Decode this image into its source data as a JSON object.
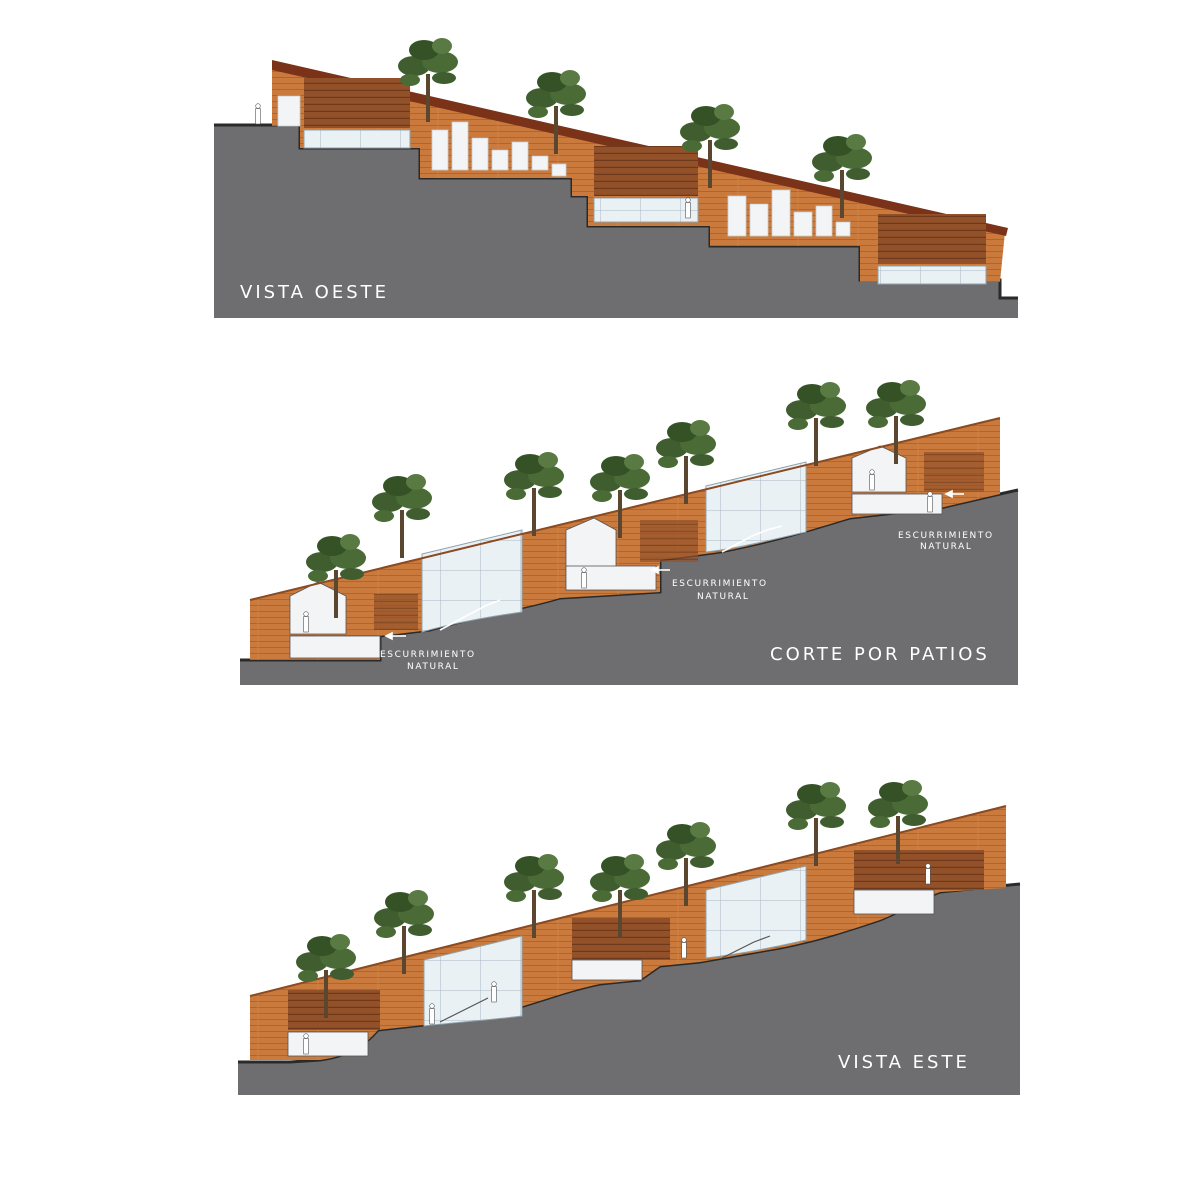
{
  "panels": {
    "west": {
      "label": "VISTA OESTE"
    },
    "section": {
      "label": "CORTE POR PATIOS",
      "notes": [
        {
          "line1": "ESCURRIMIENTO",
          "line2": "NATURAL"
        },
        {
          "line1": "ESCURRIMIENTO",
          "line2": "NATURAL"
        },
        {
          "line1": "ESCURRIMIENTO",
          "line2": "NATURAL"
        }
      ]
    },
    "east": {
      "label": "VISTA ESTE"
    }
  },
  "colors": {
    "terrain": "#6e6e70",
    "wood": "#c97a3c",
    "wood_dark": "#8a4a22",
    "roof": "#7a3218",
    "glass": "#e9f0f4",
    "tree": "#3d5a2e"
  }
}
